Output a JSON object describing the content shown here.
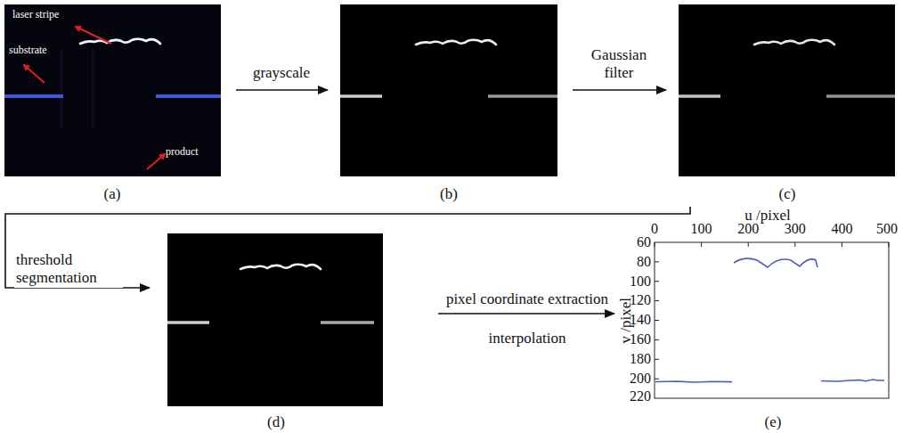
{
  "diagram": {
    "nodes": [
      {
        "text": [
          "laser stripe",
          "substrate",
          "product",
          "(a)"
        ]
      },
      {
        "text": [
          "(b)"
        ]
      },
      {
        "text": [
          "(c)"
        ]
      },
      {
        "text": [
          "(d)"
        ]
      },
      {
        "text": [
          "u /pixel",
          "v /pixel",
          "(e)"
        ]
      }
    ],
    "edges": [
      {
        "from": 0,
        "to": 1,
        "arrow": "to",
        "label": "grayscale"
      },
      {
        "from": 1,
        "to": 2,
        "arrow": "to",
        "label": "Gaussian filter"
      },
      {
        "from": 2,
        "to": 3,
        "arrow": "to",
        "label": "threshold segmentation"
      },
      {
        "from": 3,
        "to": 4,
        "arrow": "to",
        "label": "pixel coordinate extraction"
      }
    ],
    "labels": [
      "interpolation",
      "0",
      "100",
      "200",
      "300",
      "400",
      "500",
      "60",
      "80",
      "100",
      "120",
      "140",
      "160",
      "180",
      "200",
      "220"
    ]
  }
}
